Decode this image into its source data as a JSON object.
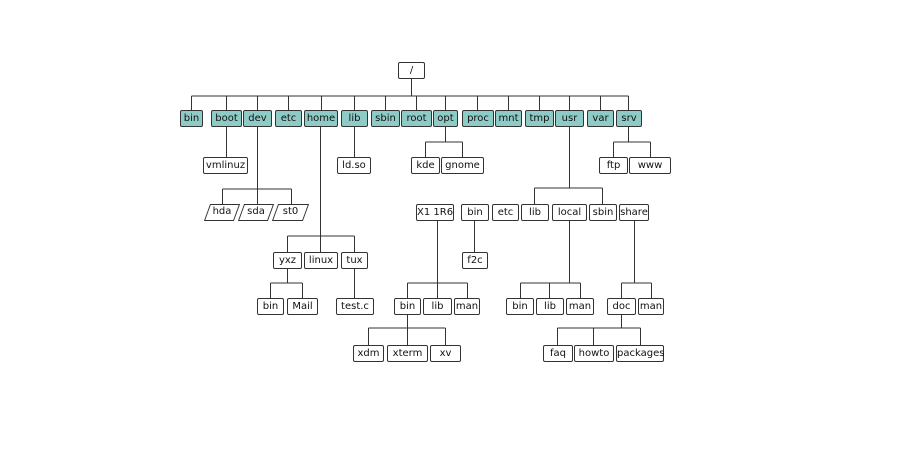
{
  "title": "Linux filesystem hierarchy",
  "nodes": {
    "root": "/",
    "bin": "bin",
    "boot": "boot",
    "dev": "dev",
    "etc": "etc",
    "home": "home",
    "lib": "lib",
    "sbin": "sbin",
    "rootdir": "root",
    "opt": "opt",
    "proc": "proc",
    "mnt": "mnt",
    "tmp": "tmp",
    "usr": "usr",
    "var": "var",
    "srv": "srv",
    "boot_vmlinuz": "vmlinuz",
    "lib_ldso": "ld.so",
    "opt_kde": "kde",
    "opt_gnome": "gnome",
    "srv_ftp": "ftp",
    "srv_www": "www",
    "dev_hda": "hda",
    "dev_sda": "sda",
    "dev_st0": "st0",
    "home_yxz": "yxz",
    "home_linux": "linux",
    "home_tux": "tux",
    "yxz_bin": "bin",
    "yxz_mail": "Mail",
    "tux_testc": "test.c",
    "usr_x11r6": "X1 1R6",
    "usr_bin": "bin",
    "usr_etc": "etc",
    "usr_lib": "lib",
    "usr_local": "local",
    "usr_sbin": "sbin",
    "usr_share": "share",
    "usr_bin_f2c": "f2c",
    "x11_bin": "bin",
    "x11_lib": "lib",
    "x11_man": "man",
    "x11_bin_xdm": "xdm",
    "x11_bin_xterm": "xterm",
    "x11_bin_xv": "xv",
    "local_bin": "bin",
    "local_lib": "lib",
    "local_man": "man",
    "share_doc": "doc",
    "share_man": "man",
    "doc_faq": "faq",
    "doc_howto": "howto",
    "doc_packages": "packages"
  },
  "colors": {
    "top_level_fill": "#8ecac6",
    "border": "#333333"
  }
}
